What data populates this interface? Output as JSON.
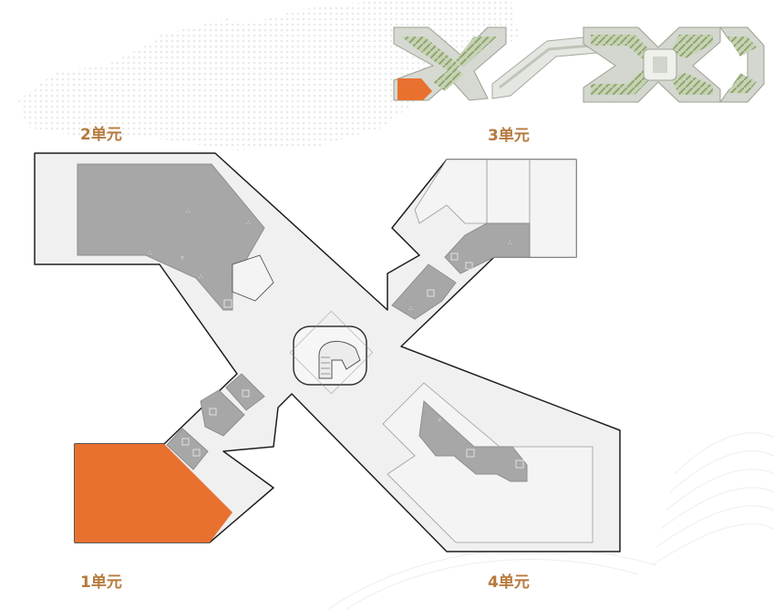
{
  "colors": {
    "accent": "#e8712f",
    "label": "#b67a3d",
    "corridor": "#f0f0f0",
    "room": "#a7a7a7",
    "room_light": "#f4f4f4",
    "outline": "#1e1e1e",
    "thumb_green": "#9db27f",
    "thumb_grey": "#d9dcd6"
  },
  "units": [
    {
      "id": "unit-1",
      "label": "1单元",
      "selected": true
    },
    {
      "id": "unit-2",
      "label": "2单元",
      "selected": false
    },
    {
      "id": "unit-3",
      "label": "3单元",
      "selected": false
    },
    {
      "id": "unit-4",
      "label": "4单元",
      "selected": false
    }
  ],
  "icons": {
    "elevator": "elevator-icon",
    "stair": "stair-icon",
    "restroom": "restroom-icon",
    "atrium_stair": "spiral-stair-icon"
  }
}
